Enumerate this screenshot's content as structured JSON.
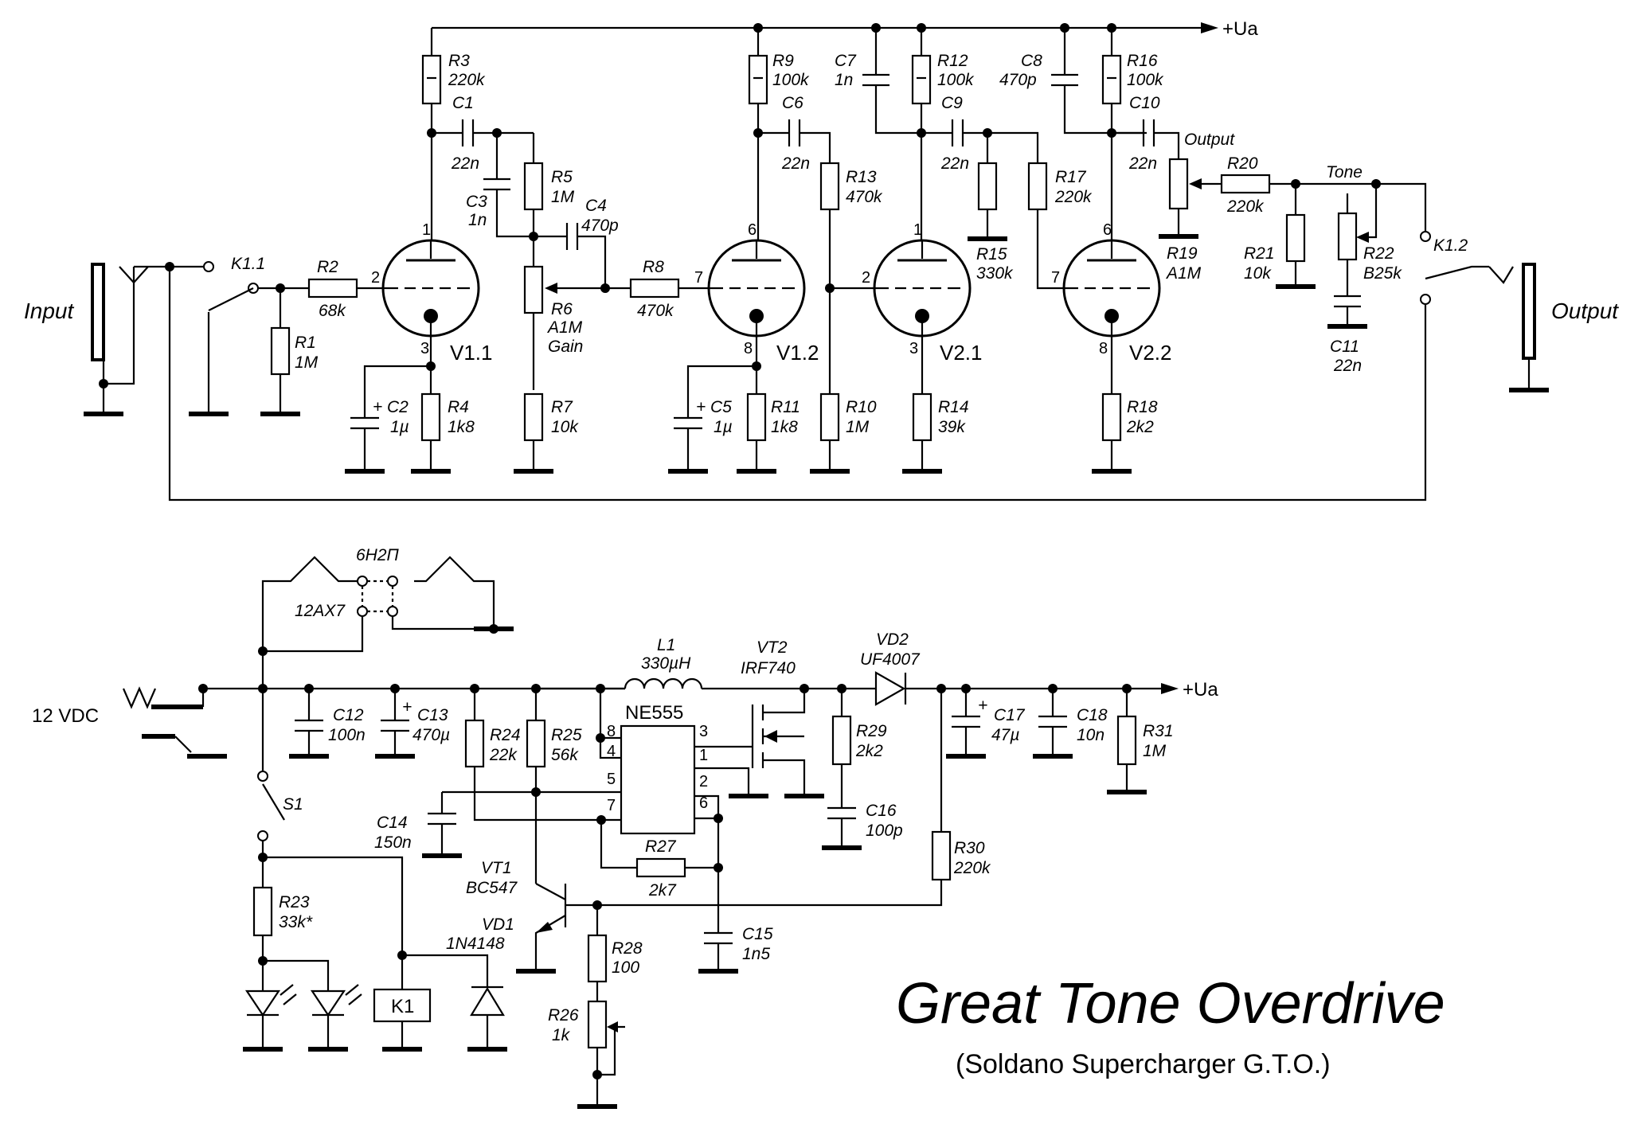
{
  "title": "Great Tone Overdrive",
  "subtitle": "(Soldano Supercharger G.T.O.)",
  "io": {
    "input": "Input",
    "output": "Output",
    "supply_label": "12 VDC",
    "ua_top": "+Ua",
    "ua_bottom": "+Ua"
  },
  "tubes": {
    "v11": "V1.1",
    "v12": "V1.2",
    "v21": "V2.1",
    "v22": "V2.2",
    "tube_types": [
      "6H2П",
      "12AX7"
    ]
  },
  "pins": {
    "v11": {
      "anode": "1",
      "grid": "2",
      "cathode": "3"
    },
    "v12": {
      "anode": "6",
      "grid": "7",
      "cathode": "8"
    },
    "v21": {
      "anode": "1",
      "grid": "2",
      "cathode": "3"
    },
    "v22": {
      "anode": "6",
      "grid": "7",
      "cathode": "8"
    },
    "ne555": [
      "8",
      "4",
      "5",
      "7",
      "3",
      "1",
      "2",
      "6"
    ]
  },
  "resistors": {
    "R1": [
      "R1",
      "1M"
    ],
    "R2": [
      "R2",
      "68k"
    ],
    "R3": [
      "R3",
      "220k"
    ],
    "R4": [
      "R4",
      "1k8"
    ],
    "R5": [
      "R5",
      "1M"
    ],
    "R6": [
      "R6",
      "A1M",
      "Gain"
    ],
    "R7": [
      "R7",
      "10k"
    ],
    "R8": [
      "R8",
      "470k"
    ],
    "R9": [
      "R9",
      "100k"
    ],
    "R10": [
      "R10",
      "1M"
    ],
    "R11": [
      "R11",
      "1k8"
    ],
    "R12": [
      "R12",
      "100k"
    ],
    "R13": [
      "R13",
      "470k"
    ],
    "R14": [
      "R14",
      "39k"
    ],
    "R15": [
      "R15",
      "330k"
    ],
    "R16": [
      "R16",
      "100k"
    ],
    "R17": [
      "R17",
      "220k"
    ],
    "R18": [
      "R18",
      "2k2"
    ],
    "R19": [
      "R19",
      "A1M",
      "Output"
    ],
    "R20": [
      "R20",
      "220k"
    ],
    "R21": [
      "R21",
      "10k"
    ],
    "R22": [
      "R22",
      "B25k",
      "Tone"
    ],
    "R23": [
      "R23",
      "33k*"
    ],
    "R24": [
      "R24",
      "22k"
    ],
    "R25": [
      "R25",
      "56k"
    ],
    "R26": [
      "R26",
      "1k"
    ],
    "R27": [
      "R27",
      "2k7"
    ],
    "R28": [
      "R28",
      "100"
    ],
    "R29": [
      "R29",
      "2k2"
    ],
    "R30": [
      "R30",
      "220k"
    ],
    "R31": [
      "R31",
      "1M"
    ]
  },
  "capacitors": {
    "C1": [
      "C1",
      "22n"
    ],
    "C2": [
      "C2",
      "1µ"
    ],
    "C3": [
      "C3",
      "1n"
    ],
    "C4": [
      "C4",
      "470p"
    ],
    "C5": [
      "C5",
      "1µ"
    ],
    "C6": [
      "C6",
      "22n"
    ],
    "C7": [
      "C7",
      "1n"
    ],
    "C8": [
      "C8",
      "470p"
    ],
    "C9": [
      "C9",
      "22n"
    ],
    "C10": [
      "C10",
      "22n"
    ],
    "C11": [
      "C11",
      "22n"
    ],
    "C12": [
      "C12",
      "100n"
    ],
    "C13": [
      "C13",
      "470µ"
    ],
    "C14": [
      "C14",
      "150n"
    ],
    "C15": [
      "C15",
      "1n5"
    ],
    "C16": [
      "C16",
      "100p"
    ],
    "C17": [
      "C17",
      "47µ"
    ],
    "C18": [
      "C18",
      "10n"
    ]
  },
  "semis": {
    "L1": [
      "L1",
      "330µH"
    ],
    "VT1": [
      "VT1",
      "BC547"
    ],
    "VT2": [
      "VT2",
      "IRF740"
    ],
    "VD1": [
      "VD1",
      "1N4148"
    ],
    "VD2": [
      "VD2",
      "UF4007"
    ],
    "IC": "NE555",
    "relay": "K1",
    "K11": "K1.1",
    "K12": "K1.2",
    "S1": "S1"
  },
  "polarity": {
    "plus": "+"
  }
}
